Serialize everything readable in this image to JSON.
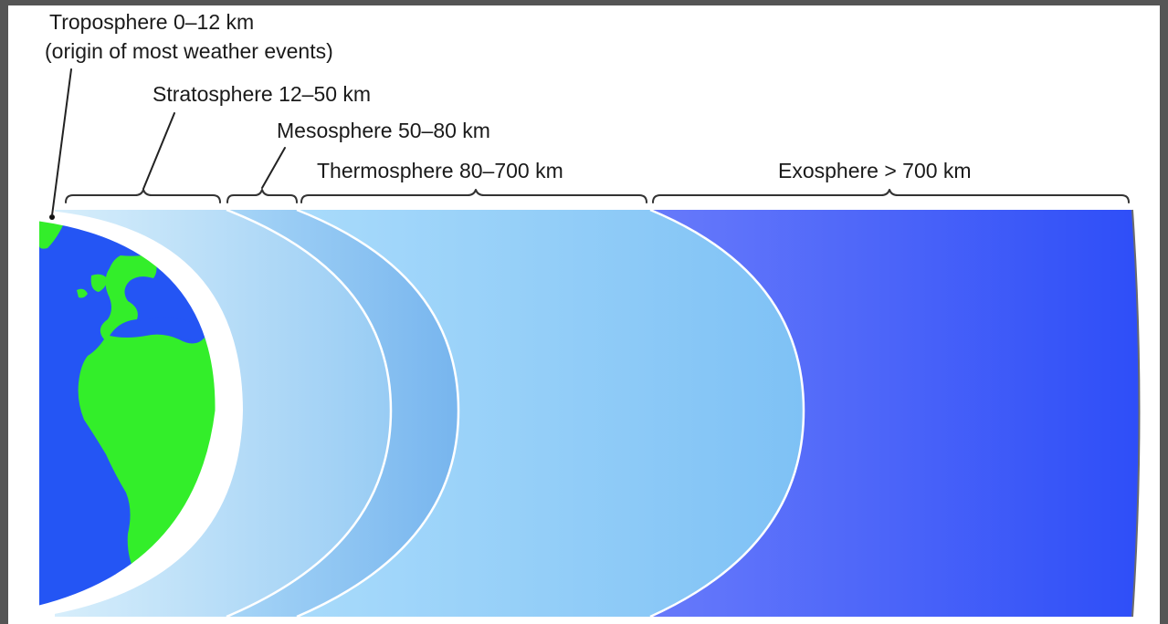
{
  "diagram": {
    "layers": [
      {
        "key": "troposphere",
        "label_line1": "Troposphere 0–12 km",
        "label_line2": "(origin of most weather events)"
      },
      {
        "key": "stratosphere",
        "label": "Stratosphere 12–50 km"
      },
      {
        "key": "mesosphere",
        "label": "Mesosphere 50–80 km"
      },
      {
        "key": "thermosphere",
        "label": "Thermosphere 80–700 km"
      },
      {
        "key": "exosphere",
        "label": "Exosphere > 700 km"
      }
    ],
    "colors": {
      "frame": "#555555",
      "ocean": "#2455f4",
      "land": "#33ee2a",
      "stratosphere_light": "#d7eefb",
      "stratosphere_dark": "#98ccf4",
      "mesosphere_light": "#a8d6f7",
      "mesosphere_dark": "#77b5ee",
      "thermosphere_light": "#a9dbfb",
      "thermosphere_dark": "#7ec1f5",
      "exosphere_light": "#6a7cfa",
      "exosphere_dark": "#2e4ef8",
      "boundary": "#ffffff"
    }
  }
}
